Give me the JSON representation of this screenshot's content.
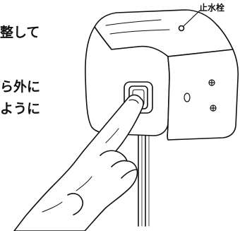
{
  "instruction_text": {
    "fragments": [
      "整して",
      "ら外に",
      "ように"
    ]
  },
  "callout": {
    "label": "止水栓"
  },
  "colors": {
    "ink": "#111111",
    "background": "#ffffff"
  }
}
